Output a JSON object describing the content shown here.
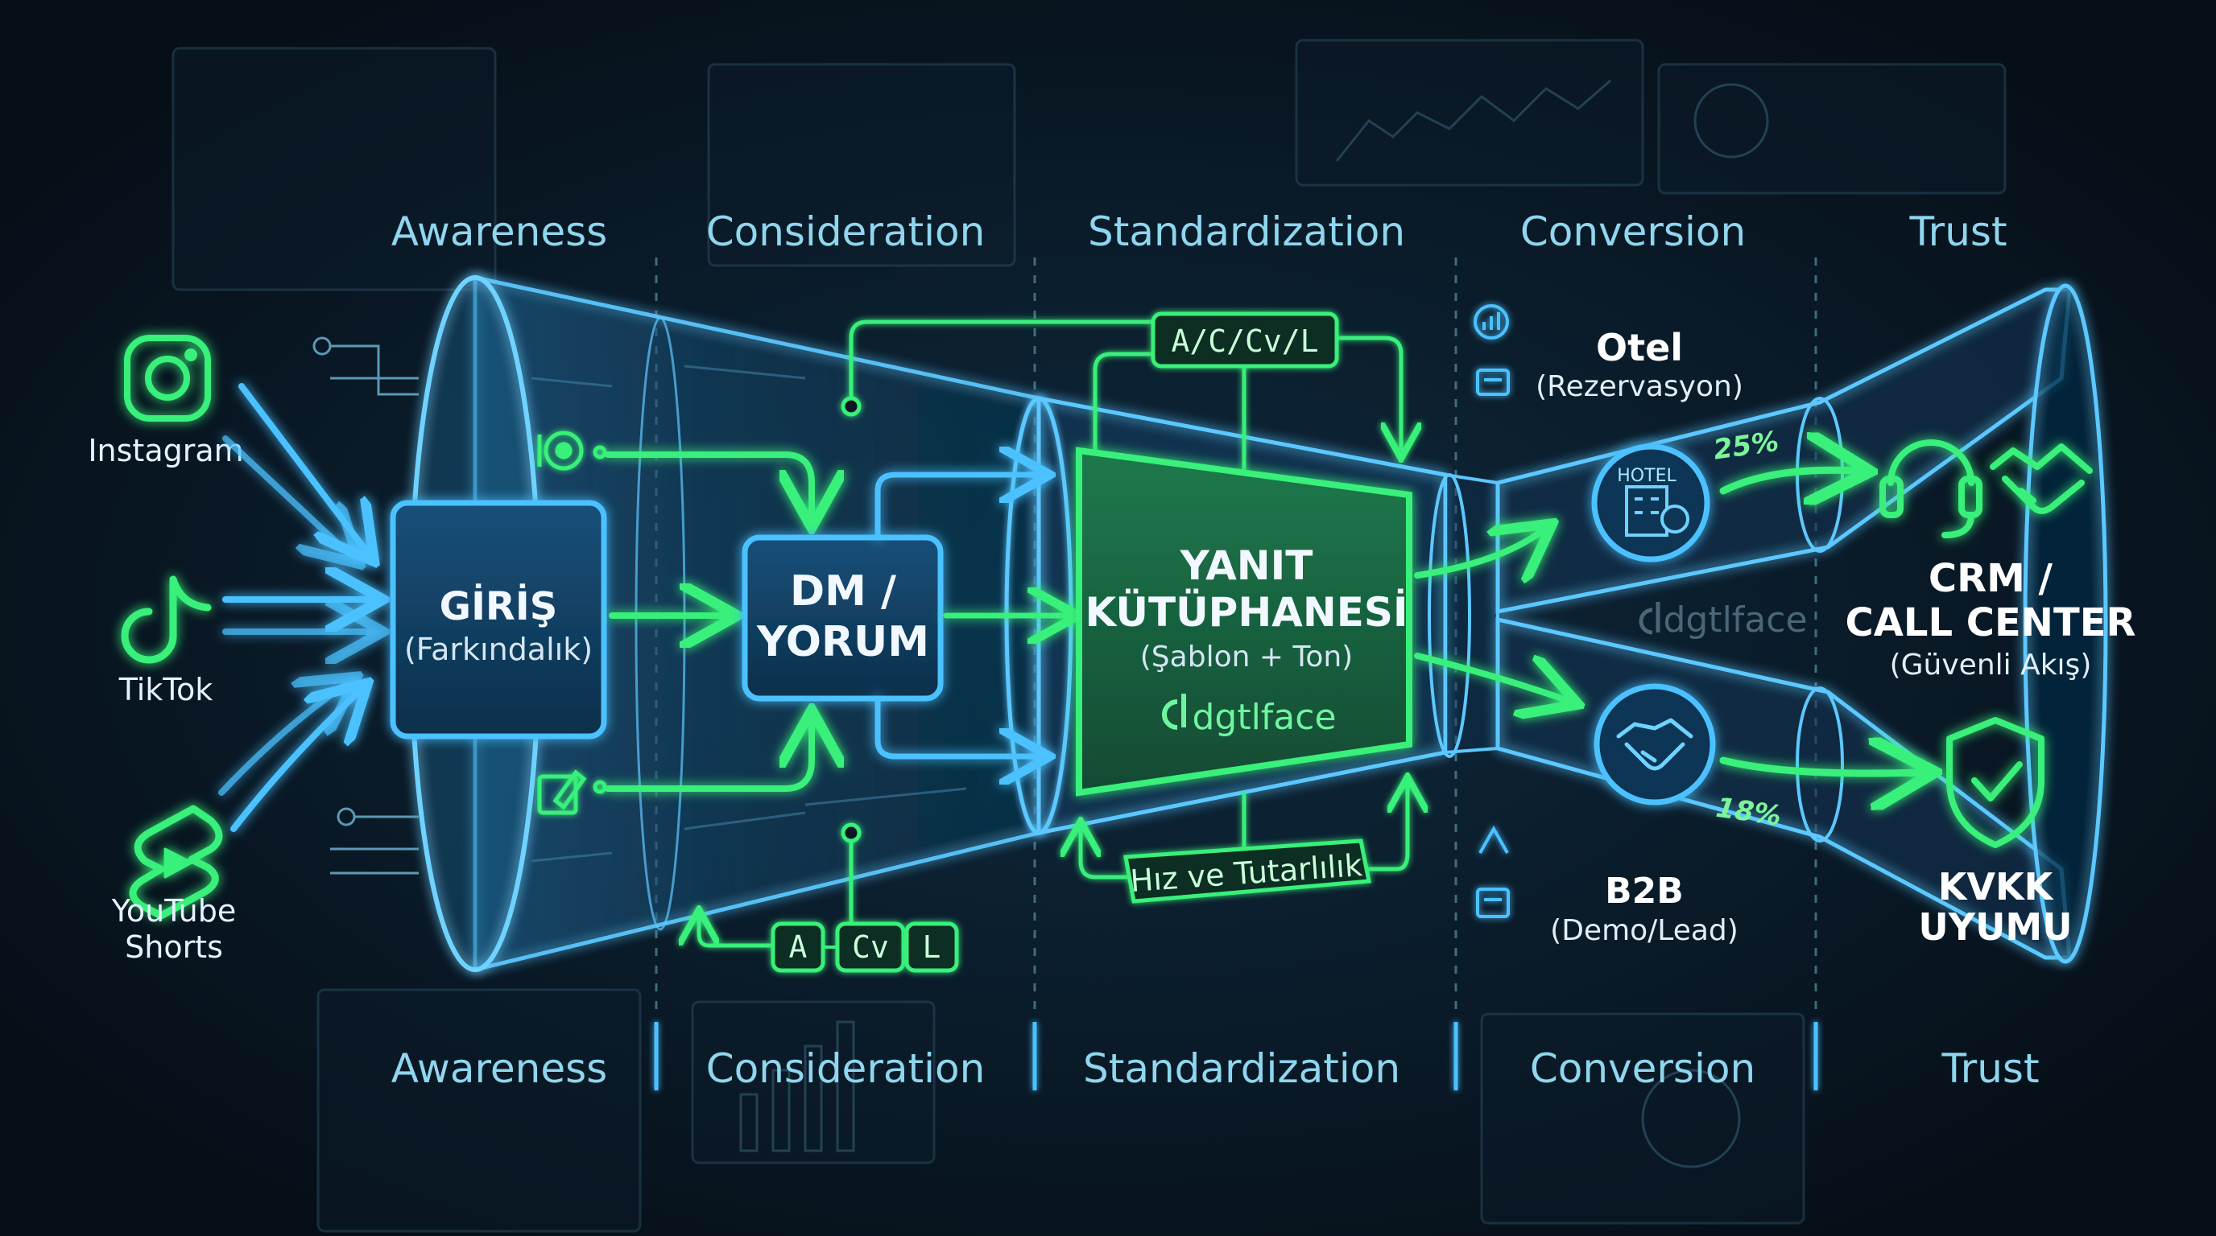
{
  "stages_top": [
    "Awareness",
    "Consideration",
    "Standardization",
    "Conversion",
    "Trust"
  ],
  "stages_bottom": [
    "Awareness",
    "Consideration",
    "Standardization",
    "Conversion",
    "Trust"
  ],
  "platforms": {
    "instagram": "Instagram",
    "tiktok": "TikTok",
    "youtube_line1": "YouTube",
    "youtube_line2": "Shorts"
  },
  "nodes": {
    "giris": {
      "title": "GİRİŞ",
      "sub": "(Farkındalık)"
    },
    "dm": {
      "title_line1": "DM /",
      "title_line2": "YORUM"
    },
    "library": {
      "title_line1": "YANIT",
      "title_line2": "KÜTÜPHANESİ",
      "sub": "(Şablon + Ton)",
      "brand": "dgtlface"
    }
  },
  "tags": {
    "top": "A/C/Cv/L",
    "bottom_a": "A",
    "bottom_cv": "Cv",
    "bottom_l": "L",
    "speed": "Hız ve Tutarlılık"
  },
  "outcomes": {
    "hotel": {
      "title": "Otel",
      "sub": "(Rezervasyon)",
      "percent": "25%",
      "icon_label": "HOTEL"
    },
    "b2b": {
      "title": "B2B",
      "sub": "(Demo/Lead)",
      "percent": "18%"
    },
    "watermark": "dgtlface",
    "crm": {
      "line1": "CRM /",
      "line2": "CALL CENTER",
      "sub": "(Güvenli Akış)"
    },
    "kvkk": {
      "line1": "KVKK",
      "line2": "UYUMU"
    }
  },
  "colors": {
    "background": "#081420",
    "blue_glow": "#3fb4ff",
    "green_glow": "#38f07a",
    "stage_text": "#8fd6ee"
  },
  "icons": [
    "instagram-icon",
    "tiktok-icon",
    "youtube-shorts-icon",
    "hotel-icon",
    "handshake-icon",
    "headset-icon",
    "shield-check-icon",
    "chart-icon"
  ]
}
